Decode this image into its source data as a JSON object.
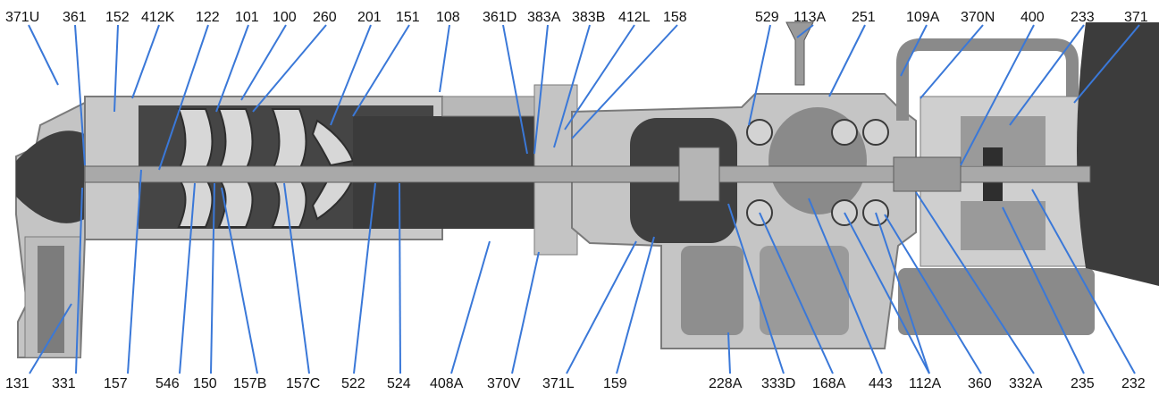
{
  "figure": {
    "top_labels": [
      "371U",
      "361",
      "152",
      "412K",
      "122",
      "101",
      "100",
      "260",
      "201",
      "151",
      "108",
      "361D",
      "383A",
      "383B",
      "412L",
      "158",
      "529",
      "113A",
      "251",
      "109A",
      "370N",
      "400",
      "233",
      "371"
    ],
    "bottom_labels": [
      "131",
      "331",
      "157",
      "546",
      "150",
      "157B",
      "157C",
      "522",
      "524",
      "408A",
      "370V",
      "371L",
      "159",
      "228A",
      "333D",
      "168A",
      "443",
      "112A",
      "360",
      "332A",
      "235",
      "232"
    ]
  },
  "colors": {
    "leader": "#3a78d8",
    "housing": "#c8c8c8",
    "housing_dark": "#8f8f8f",
    "interior": "#4a4a4a",
    "shaft": "#a8a8a8",
    "motor": "#3c3c3c",
    "text": "#111111"
  }
}
